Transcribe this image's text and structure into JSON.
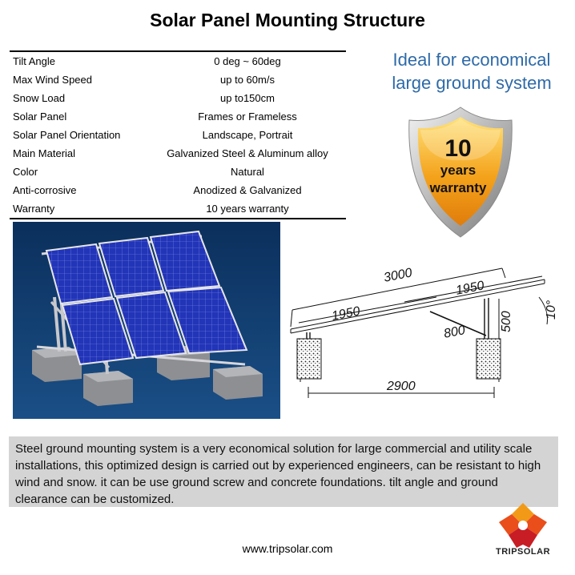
{
  "title": "Solar Panel Mounting Structure",
  "specs": [
    {
      "label": "Tilt Angle",
      "value": "0 deg ~ 60deg"
    },
    {
      "label": "Max Wind Speed",
      "value": "up to 60m/s"
    },
    {
      "label": "Snow Load",
      "value": "up to150cm"
    },
    {
      "label": "Solar Panel",
      "value": "Frames or Frameless"
    },
    {
      "label": "Solar Panel Orientation",
      "value": "Landscape, Portrait"
    },
    {
      "label": "Main Material",
      "value": "Galvanized Steel & Aluminum alloy"
    },
    {
      "label": "Color",
      "value": "Natural"
    },
    {
      "label": "Anti-corrosive",
      "value": "Anodized & Galvanized"
    },
    {
      "label": "Warranty",
      "value": "10 years warranty"
    }
  ],
  "ideal": {
    "line1": "Ideal for economical",
    "line2": "large ground system"
  },
  "badge": {
    "number": "10",
    "line1": "years",
    "line2": "warranty"
  },
  "drawing": {
    "length_total": "3000",
    "length_upper": "1950",
    "length_lower": "1950",
    "brace": "800",
    "height": "500",
    "angle": "10°",
    "base_span": "2900"
  },
  "description": "Steel ground mounting system is a very economical solution for large commercial and utility scale installations, this optimized design is carried out by experienced engineers, can be resistant  to high wind and snow. it can be use ground screw and concrete foundations. tilt angle and ground clearance can be customized.",
  "website": "www.tripsolar.com",
  "logo": {
    "text": "TRIPSOLAR"
  },
  "colors": {
    "accent_blue": "#2e6aa8",
    "badge_orange": "#f4a21b",
    "panel_blue": "#1d2fa8",
    "render_bg": "#0e3a6b"
  }
}
